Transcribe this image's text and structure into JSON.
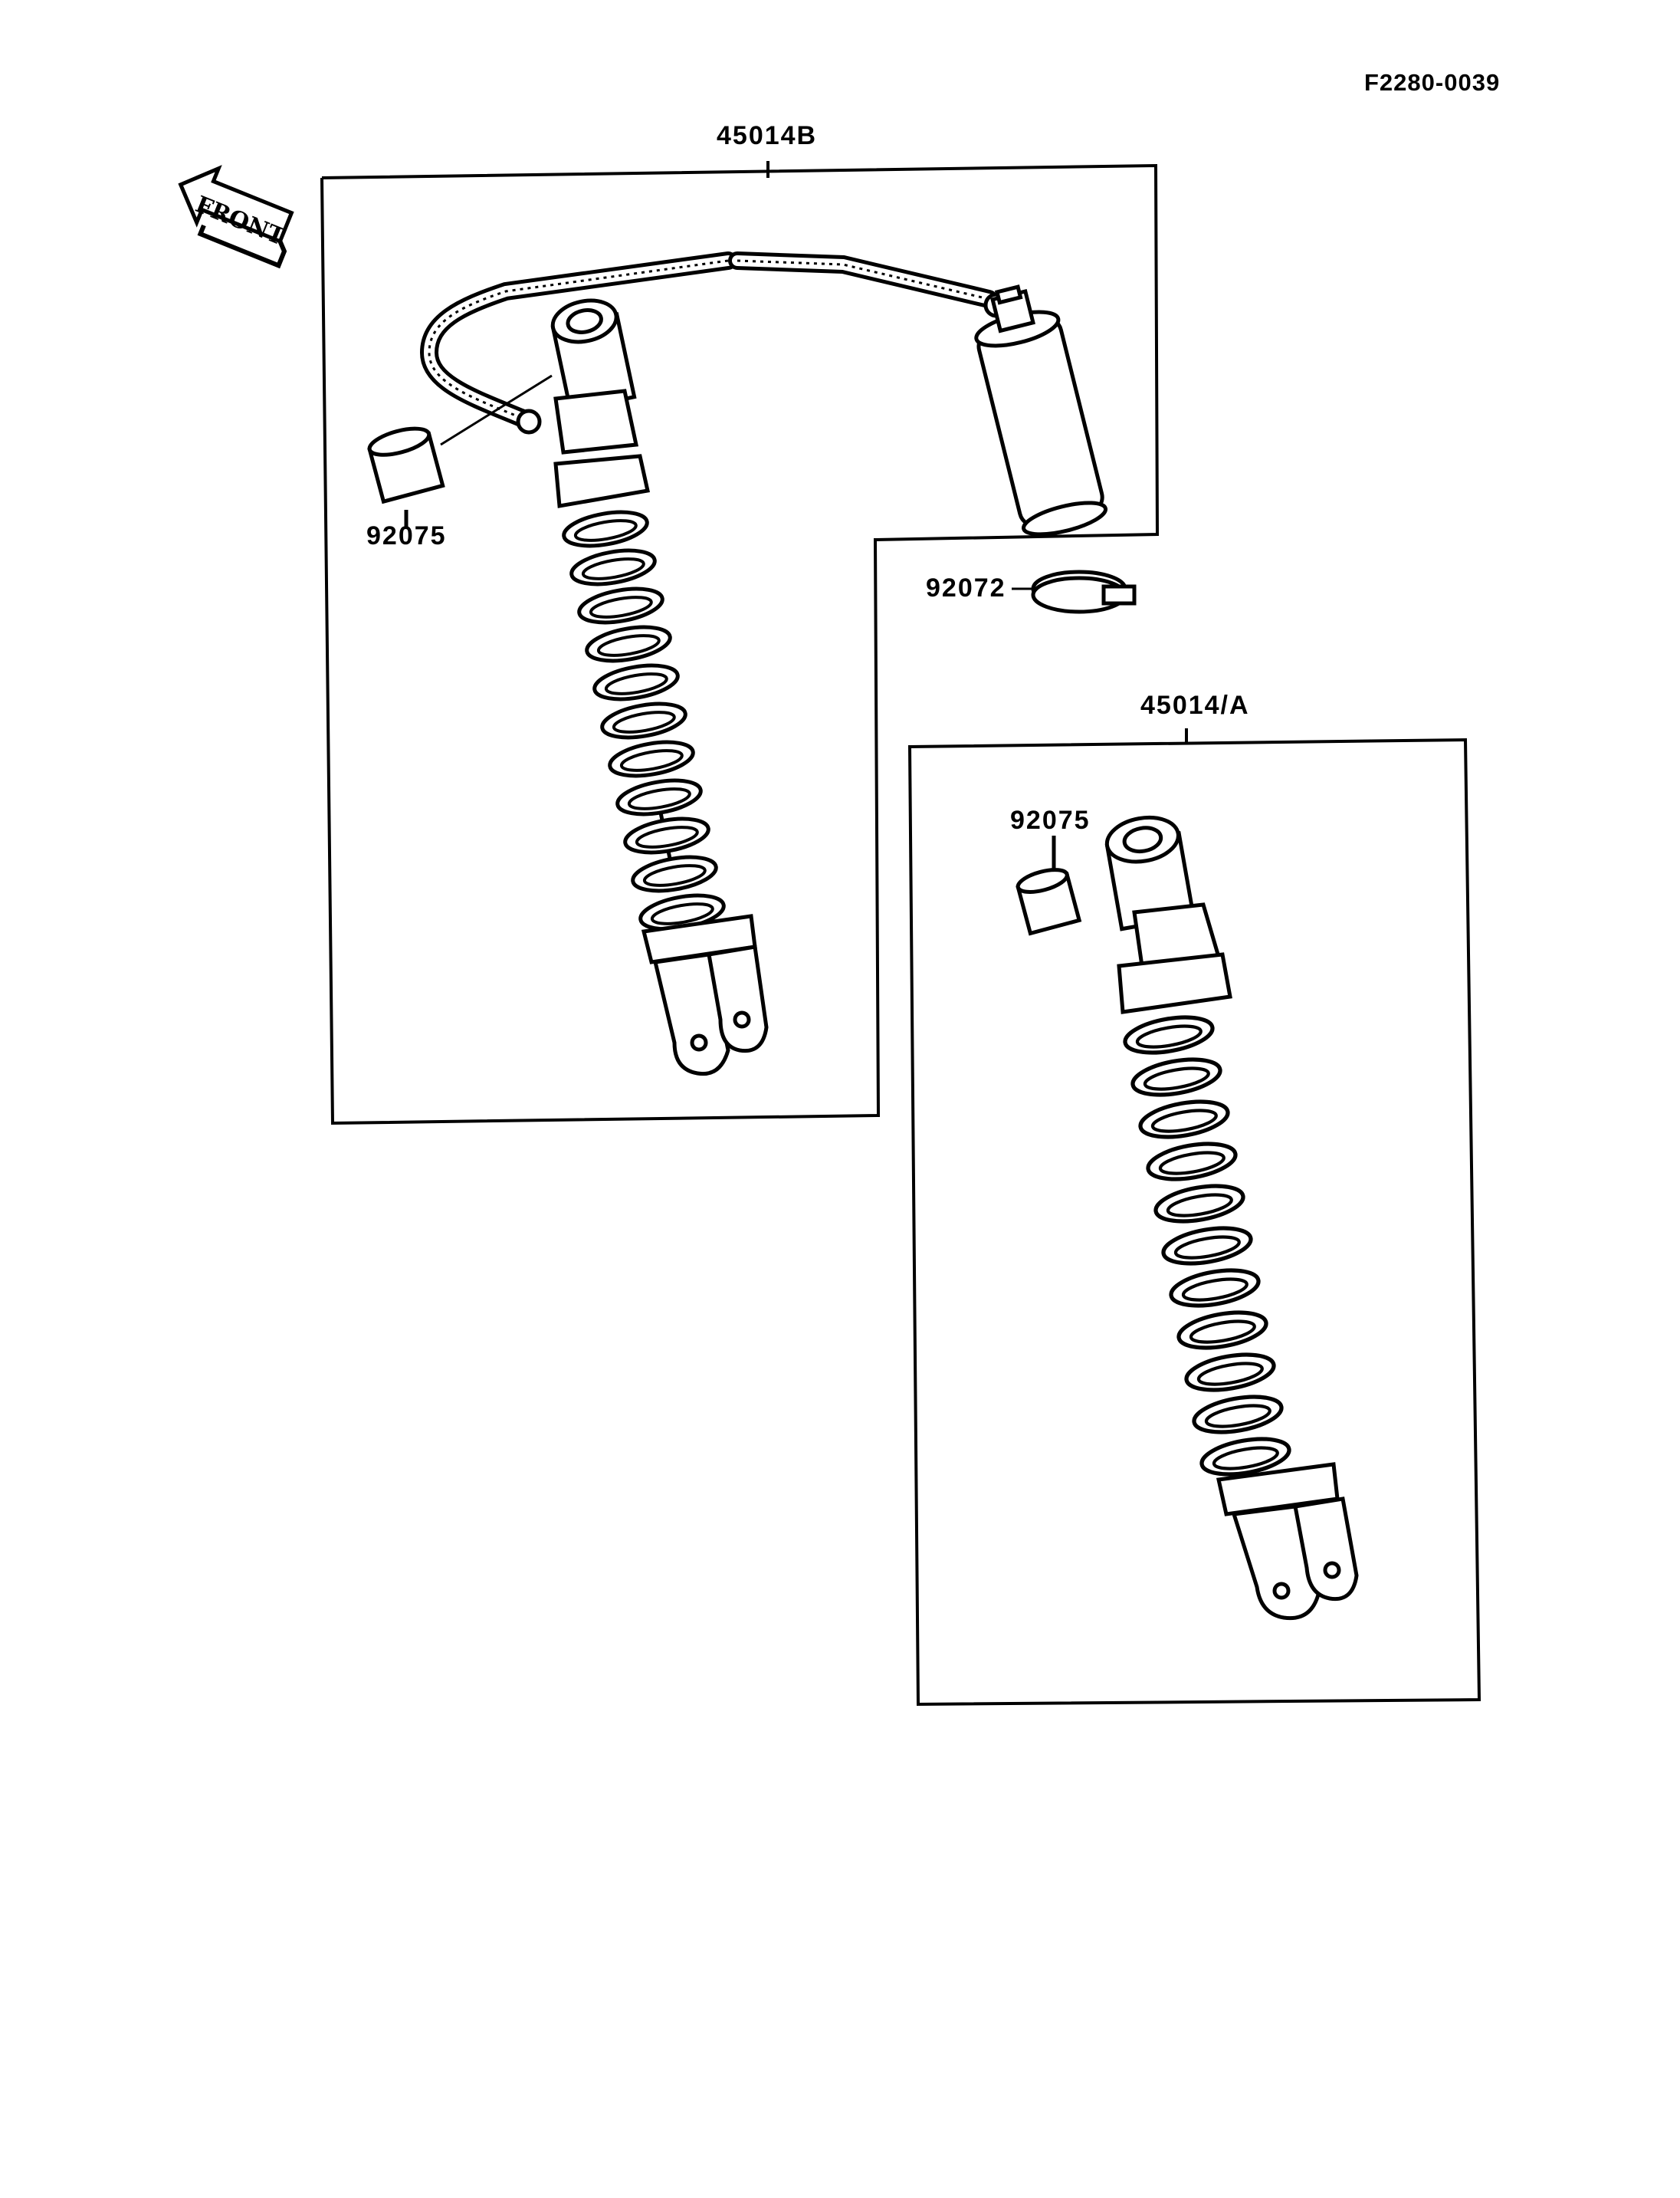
{
  "drawing_code": "F2280-0039",
  "front_arrow_text": "FRONT",
  "colors": {
    "ink": "#000000",
    "paper": "#ffffff"
  },
  "assemblies": [
    {
      "part_number": "45014B",
      "description_id": "shock-absorber-with-remote-reservoir"
    },
    {
      "part_number": "45014/A",
      "description_id": "shock-absorber"
    }
  ],
  "callouts": {
    "collar_upper": "92075",
    "clamp": "92072",
    "collar_lower": "92075"
  },
  "icons": [
    "front-arrow-icon",
    "shock-absorber-icon",
    "reservoir-icon",
    "hose-icon",
    "clamp-icon",
    "collar-icon"
  ]
}
